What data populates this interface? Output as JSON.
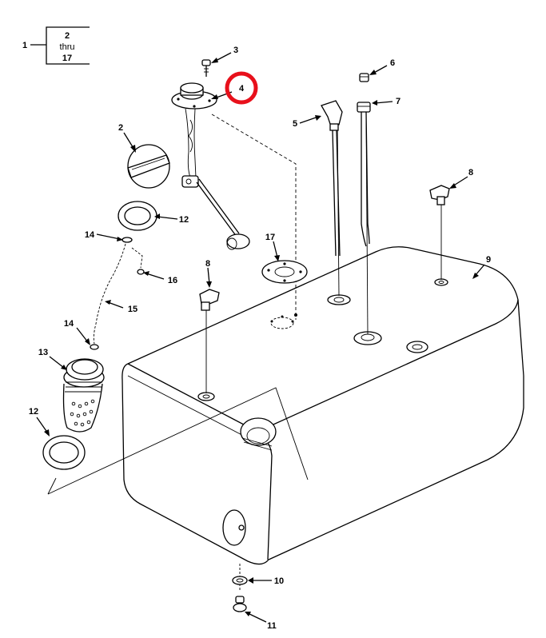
{
  "legend": {
    "item_label": "1",
    "range_start": "2",
    "range_word": "thru",
    "range_end": "17"
  },
  "callouts": {
    "c2": "2",
    "c3": "3",
    "c4": "4",
    "c5": "5",
    "c6": "6",
    "c7": "7",
    "c8a": "8",
    "c8b": "8",
    "c9": "9",
    "c10": "10",
    "c11": "11",
    "c12a": "12",
    "c12b": "12",
    "c13": "13",
    "c14a": "14",
    "c14b": "14",
    "c15": "15",
    "c16": "16",
    "c17": "17"
  },
  "highlight": {
    "callout": "4",
    "ring_color": "#e8101b"
  },
  "colors": {
    "line": "#000000",
    "background": "#ffffff"
  }
}
